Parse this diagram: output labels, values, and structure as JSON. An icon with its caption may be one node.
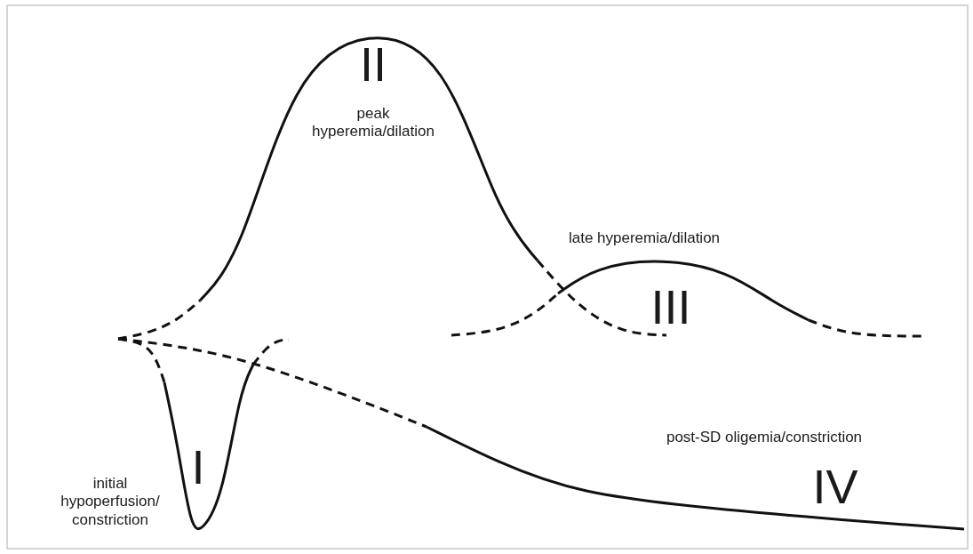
{
  "diagram": {
    "labels": [
      "II",
      "peak hyperemia/dilation",
      "late hyperemia/dilation",
      "III",
      "post-SD oligemia/constriction",
      "I",
      "IV",
      "initial hypoperfusion/constriction"
    ]
  }
}
